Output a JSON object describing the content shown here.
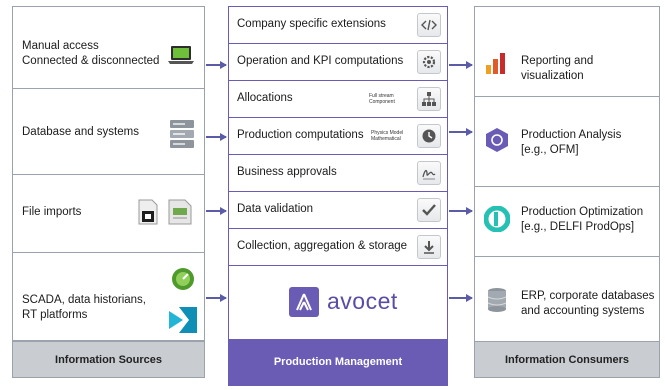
{
  "sources": {
    "items": [
      {
        "label": "Manual access\nConnected & disconnected",
        "icon": "laptop-icon"
      },
      {
        "label": "Database and systems",
        "icon": "server-icon"
      },
      {
        "label": "File imports",
        "icon": "file-icon"
      },
      {
        "label": "SCADA, data historians,\nRT platforms",
        "icon": "scada-icon"
      }
    ],
    "footer": "Information Sources"
  },
  "management": {
    "layers": [
      {
        "label": "Company specific extensions",
        "icon": "code-icon"
      },
      {
        "label": "Operation and KPI computations",
        "icon": "gear-icon"
      },
      {
        "label": "Allocations",
        "sub": "Full stream\nComponent",
        "icon": "hierarchy-icon"
      },
      {
        "label": "Production computations",
        "sub": "Physics Model\nMathematical",
        "icon": "clock-icon"
      },
      {
        "label": "Business approvals",
        "icon": "signature-icon"
      },
      {
        "label": "Data validation",
        "icon": "check-icon"
      },
      {
        "label": "Collection, aggregation & storage",
        "icon": "download-icon"
      }
    ],
    "brand": "avocet",
    "footer": "Production Management"
  },
  "consumers": {
    "items": [
      {
        "label": "Reporting and visualization",
        "icon": "bar-chart-icon"
      },
      {
        "label": "Production Analysis\n[e.g., OFM]",
        "icon": "ofm-icon"
      },
      {
        "label": "Production Optimization\n[e.g., DELFI ProdOps]",
        "icon": "delfi-icon"
      },
      {
        "label": "ERP, corporate databases\nand accounting systems",
        "icon": "database-icon"
      }
    ],
    "footer": "Information Consumers"
  },
  "colors": {
    "accent": "#6a5bb4",
    "footer_gray": "#c9cdd2",
    "border": "#9aa3ad"
  }
}
